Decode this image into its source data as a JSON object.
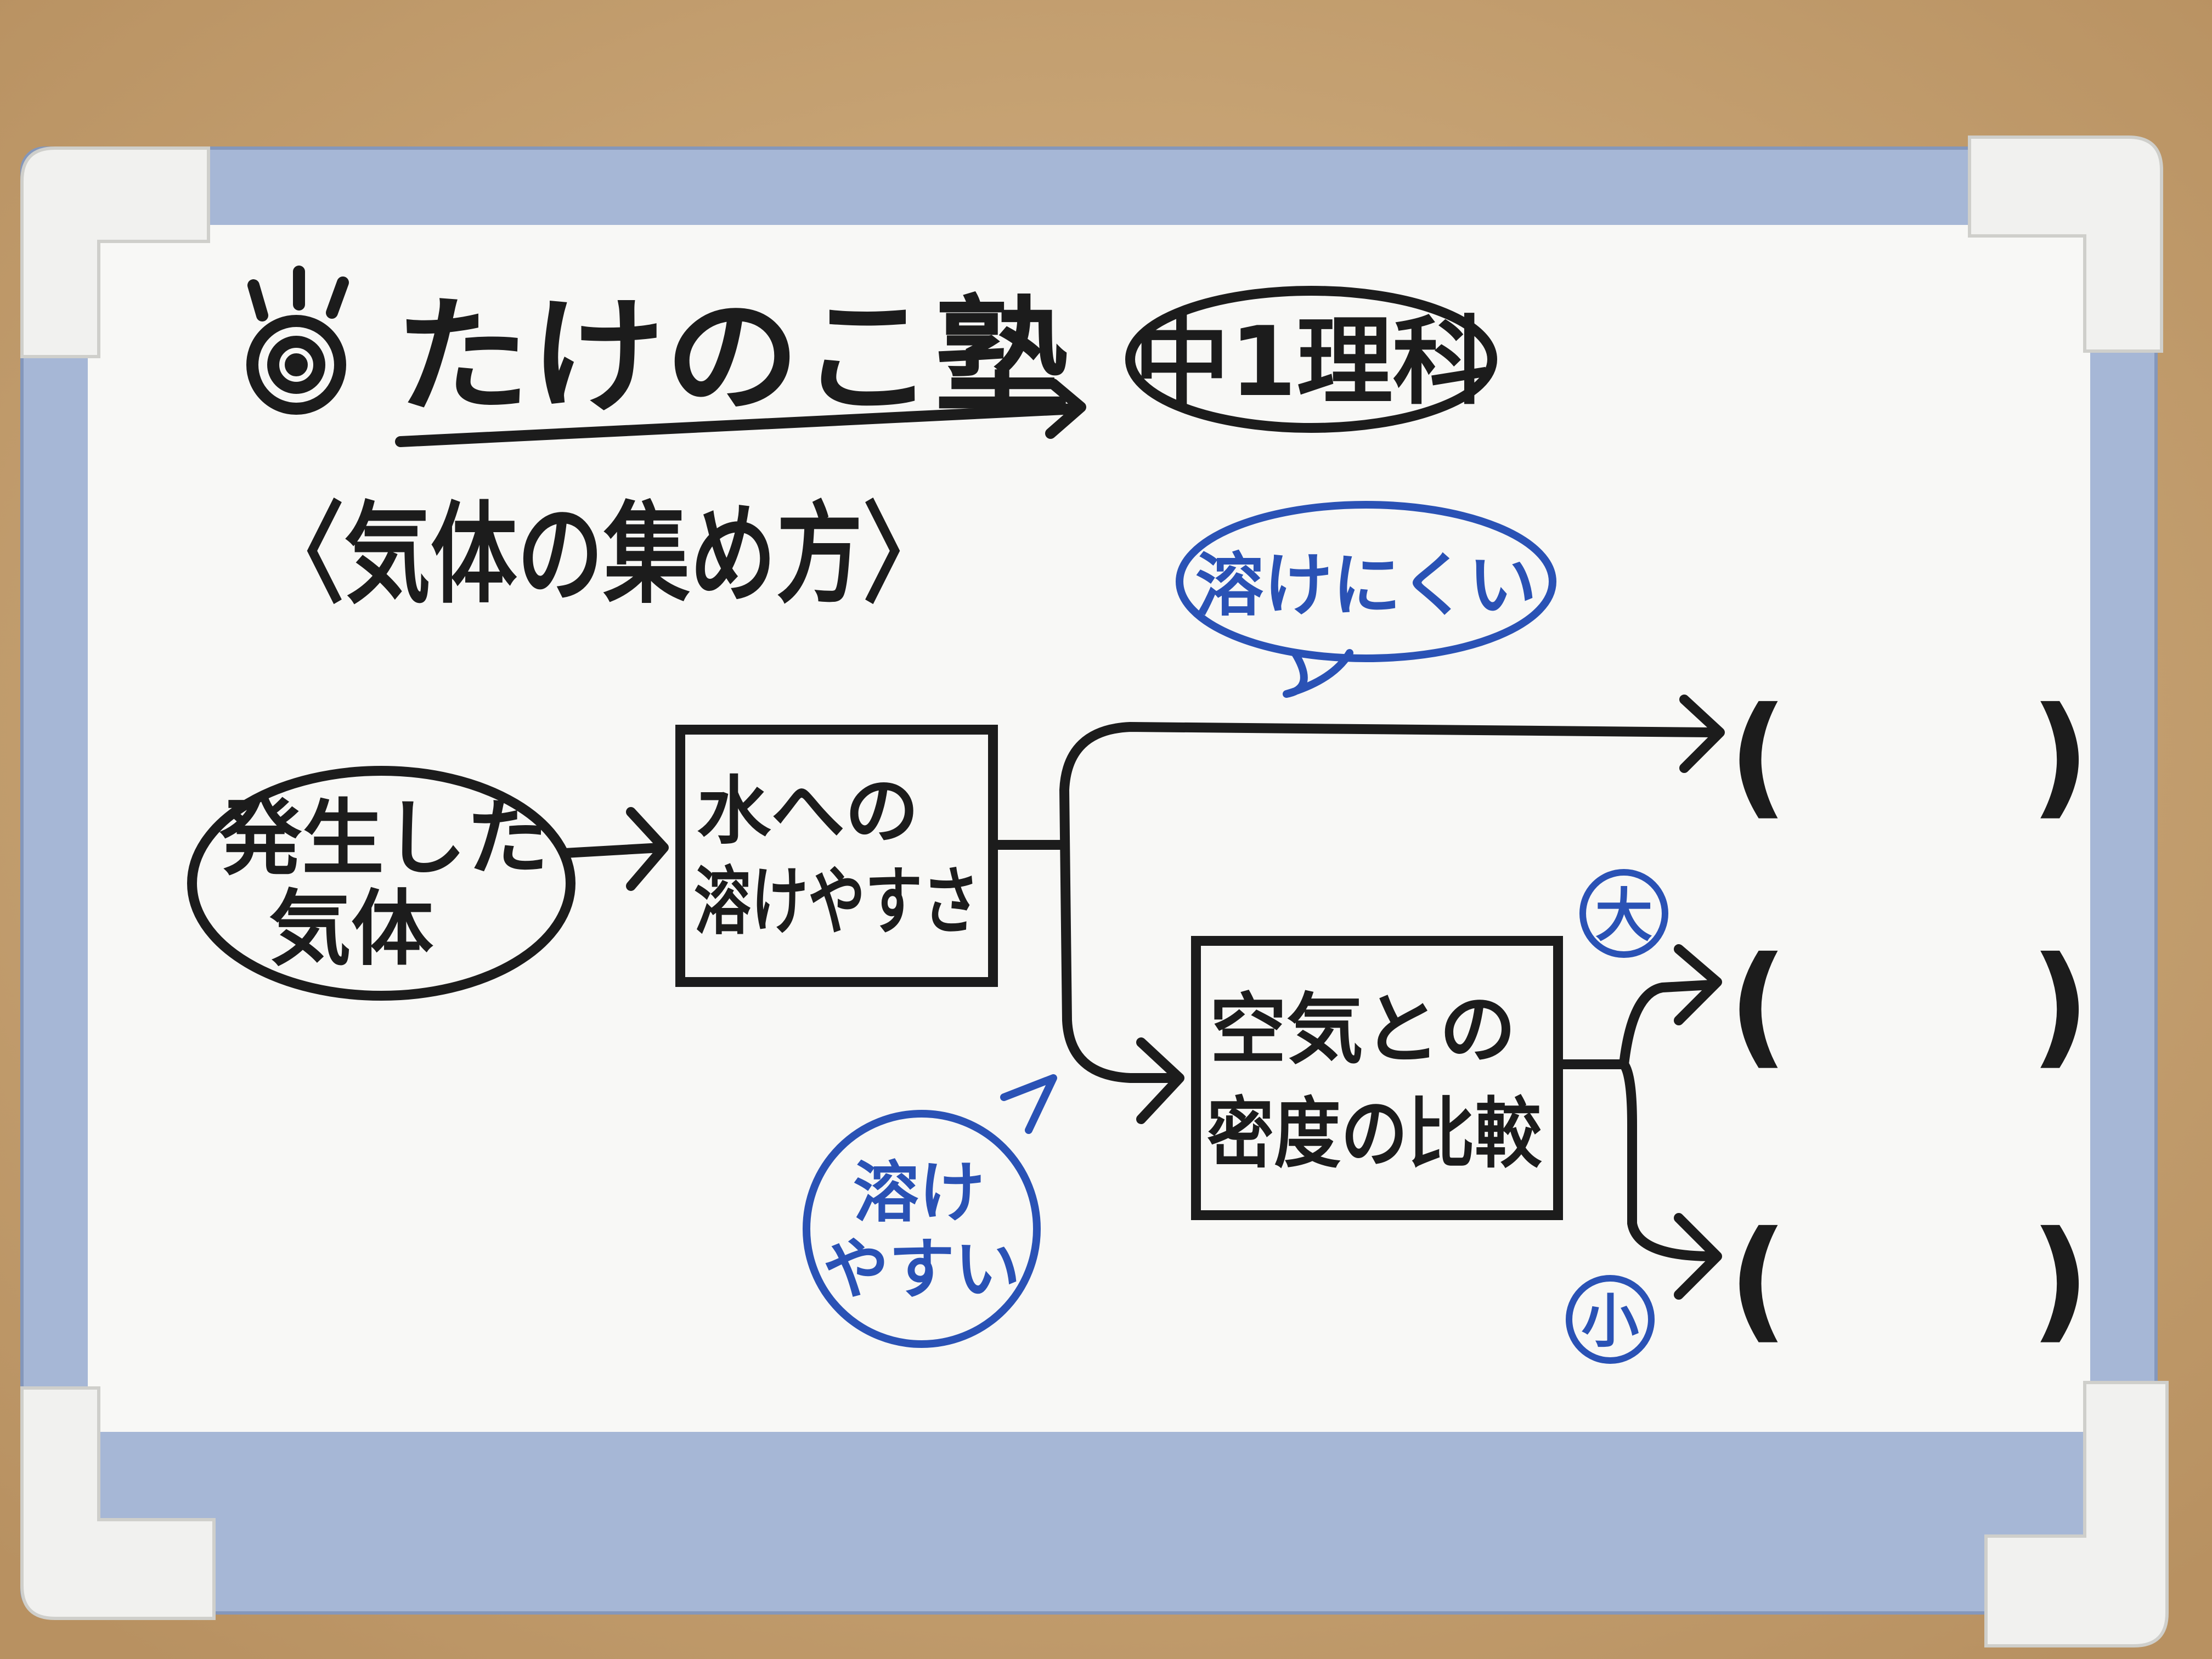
{
  "header": {
    "brand": "たけのこ塾",
    "badge": "中1理科"
  },
  "topic": "〈気体の集め方〉",
  "nodes": {
    "start": {
      "line1": "発生した",
      "line2": "気体"
    },
    "solubility": {
      "line1": "水への",
      "line2": "溶けやすさ"
    },
    "density": {
      "line1": "空気との",
      "line2": "密度の比較"
    }
  },
  "callouts": {
    "insoluble": "溶けにくい",
    "soluble": {
      "line1": "溶け",
      "line2": "やすい"
    }
  },
  "markers": {
    "large": "大",
    "small": "小"
  },
  "answers": {
    "a1": {
      "open": "(",
      "close": ")"
    },
    "a2": {
      "open": "(",
      "close": ")"
    },
    "a3": {
      "open": "(",
      "close": ")"
    }
  },
  "colors": {
    "ink": "#1c1c1c",
    "accent": "#2a52b5",
    "board": "#f8f8f6",
    "frame": "#a6b7d6",
    "corner": "#f1f1ef",
    "wood": "#c9a676"
  }
}
